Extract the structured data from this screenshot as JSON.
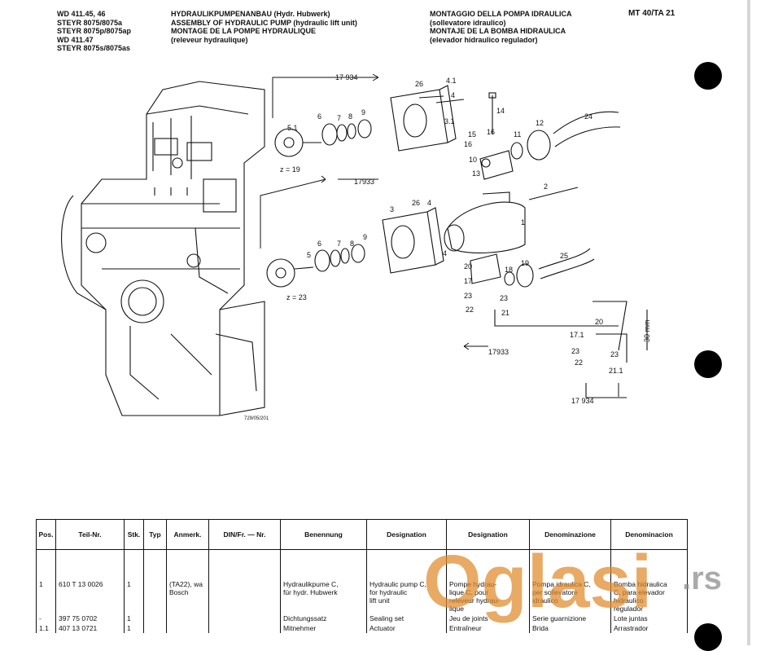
{
  "header": {
    "models": [
      "WD 411.45, 46",
      "STEYR 8075/8075a",
      "STEYR 8075p/8075ap",
      "WD 411.47",
      "STEYR 8075s/8075as"
    ],
    "title_de": [
      "HYDRAULIKPUMPENANBAU (Hydr. Hubwerk)",
      "ASSEMBLY OF HYDRAULIC PUMP (hydraulic lift unit)",
      "MONTAGE DE LA POMPE HYDRAULIQUE",
      "(releveur hydraulique)"
    ],
    "title_it": [
      "MONTAGGIO DELLA POMPA IDRAULICA",
      "(sollevatore idraulico)",
      "MONTAJE DE LA BOMBA HIDRAULICA",
      "(elevador hidraulico regulador)"
    ],
    "code": "MT 40/TA 21"
  },
  "diagram": {
    "refs": {
      "r17934a": "17 934",
      "r17933a": "17933",
      "r17933b": "17933",
      "r17934b": "17 934",
      "z19": "z = 19",
      "z23": "z = 23",
      "mm30": "30 mm",
      "drawing_no": "729/05/201"
    },
    "labels": [
      "26",
      "4.1",
      "4",
      "3.1",
      "14",
      "15",
      "16",
      "16",
      "12",
      "24",
      "5.1",
      "6",
      "7",
      "8",
      "9",
      "11",
      "10",
      "13",
      "2",
      "26",
      "4",
      "3",
      "1",
      "5",
      "6",
      "7",
      "8",
      "9",
      "20",
      "18",
      "19",
      "25",
      "17",
      "23",
      "23",
      "22",
      "21",
      "4",
      "20",
      "17.1",
      "23",
      "23",
      "22",
      "21.1"
    ]
  },
  "table": {
    "headers": [
      "Pos.",
      "Teil-Nr.",
      "Stk.",
      "Typ",
      "Anmerk.",
      "DIN/Fr. — Nr.",
      "Benennung",
      "Designation",
      "Designation",
      "Denominazione",
      "Denominacion"
    ],
    "rows": [
      {
        "pos": "1",
        "part": "610 T  13 0026",
        "qty": "1",
        "typ": "",
        "note": "(TA22), wa\nBosch",
        "din": "",
        "de": "Hydraulikpume C,\nfür hydr. Hubwerk",
        "en": "Hydraulic pump C,\nfor hydraulic\nlift unit",
        "fr": "Pompe hydrau-\nlique C, pour\nreleveur hydrau-\nlique",
        "it": "Pompa idraulica C,\nper sollevatore\nidraulico",
        "es": "Bomba hidraulica\nC, para elevador\nhidraulico\nregulador"
      },
      {
        "pos": "-",
        "part": "397     75 0702",
        "qty": "1",
        "typ": "",
        "note": "",
        "din": "",
        "de": "Dichtungssatz",
        "en": "Sealing set",
        "fr": "Jeu de joints",
        "it": "Serie guarnizione",
        "es": "Lote juntas"
      },
      {
        "pos": "1.1",
        "part": "407     13 0721",
        "qty": "1",
        "typ": "",
        "note": "",
        "din": "",
        "de": "Mitnehmer",
        "en": "Actuator",
        "fr": "Entraîneur",
        "it": "Brida",
        "es": "Arrastrador"
      }
    ]
  },
  "watermark": {
    "brand": "Oglasi",
    "tld": ".rs"
  }
}
